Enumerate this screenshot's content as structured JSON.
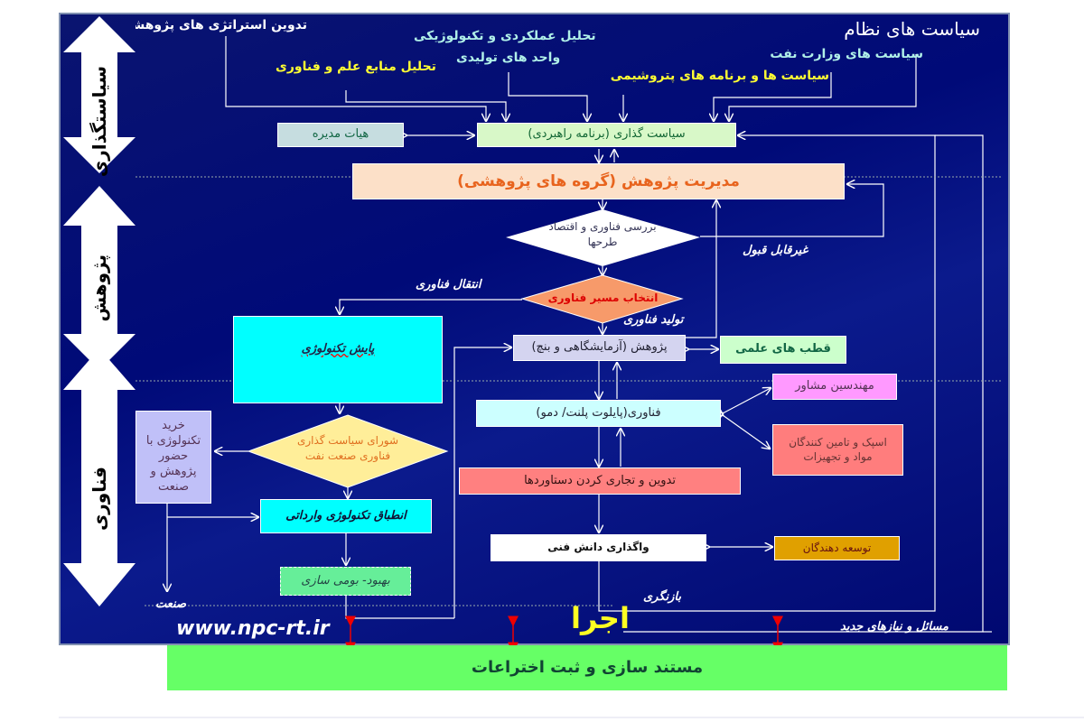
{
  "phases": {
    "policy": "سیاستگذاری",
    "research": "پژوهش",
    "technology": "فناوری"
  },
  "inputs": {
    "system_policies": "سیاست های نظام",
    "oil_ministry": "سیاست های وزارت نفت",
    "petrochem": "سیاست ها و برنامه های پتروشیمی",
    "performance_line1": "تحلیل عملکردی و تکنولوژیکی",
    "performance_line2": "واحد های تولیدی",
    "resources": "تحلیل منابع علم و فناوری",
    "strategy": "تدوین استراتژی های پژوهشی"
  },
  "boxes": {
    "board": "هیات مدیره",
    "policy": "سیاست گذاری (برنامه راهبردی)",
    "research_mgmt": "مدیریت پژوهش (گروه های پژوهشی)",
    "review": "بررسی فناوری و اقتصاد طرحها",
    "route": "انتخاب مسیر فناوری",
    "monitoring": "پایش تکنولوژی",
    "research": "پژوهش (آزمایشگاهی و بنچ)",
    "poles": "قطب های علمی",
    "consultants": "مهندسین مشاور",
    "pilot": "فناوری(پایلوت پلنت/ دمو)",
    "suppliers": "اسپک و تامین کنندگان مواد و تجهیزات",
    "commercial": "تدوین و تجاری کردن دستاوردها",
    "transfer_knowhow": "واگذاری دانش فنی",
    "developers": "توسعه دهندگان",
    "purchase": "خرید تکنولوژی با حضور پژوهش و صنعت",
    "council": "شورای سیاست گذاری فناوری صنعت نفت",
    "adapt": "انطباق تکنولوژی وارداتی",
    "improve": "بهبود- بومی سازی",
    "documentation": "مستند سازی و ثبت اختراعات"
  },
  "labels": {
    "rejected": "غیرقابل قبول",
    "tech_transfer": "انتقال فناوری",
    "tech_production": "تولید فناوری",
    "revision": "بازنگری",
    "new_needs": "مسائل و نیازهای جدید",
    "industry": "صنعت",
    "execution": "اجرا",
    "website": "www.npc-rt.ir"
  }
}
